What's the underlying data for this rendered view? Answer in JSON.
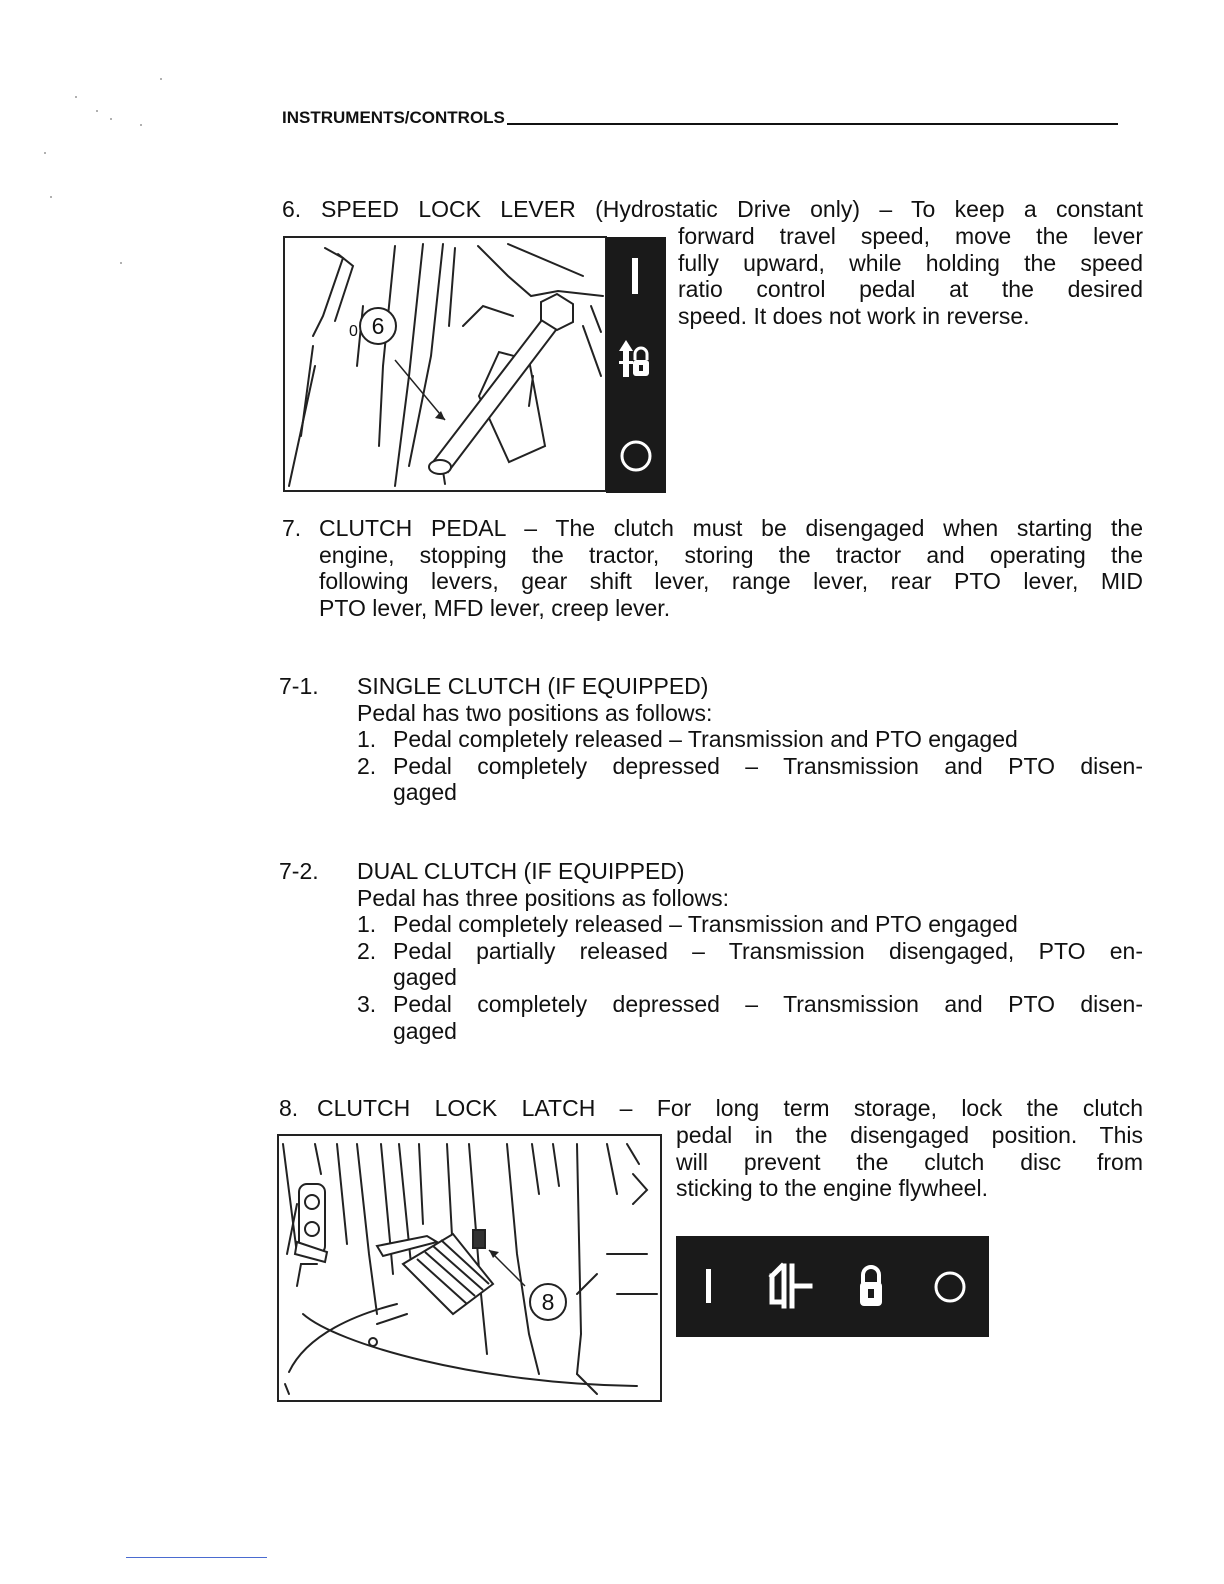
{
  "header": {
    "section": "INSTRUMENTS/CONTROLS"
  },
  "item6": {
    "num": "6.",
    "title_line": "SPEED LOCK LEVER (Hydrostatic Drive only) – To keep a constant",
    "body_lines": [
      "forward travel speed, move the lever",
      "fully upward, while holding the speed",
      "ratio control pedal at the desired",
      "speed. It does not work in reverse."
    ],
    "callout": "6"
  },
  "item7": {
    "num": "7.",
    "lines": [
      "CLUTCH PEDAL – The clutch must be disengaged when starting the",
      "engine, stopping the tractor, storing the tractor and operating the",
      "following levers, gear shift lever, range lever, rear PTO lever, MID",
      "PTO lever, MFD lever, creep lever."
    ]
  },
  "item7_1": {
    "num": "7-1.",
    "heading": "SINGLE CLUTCH (IF EQUIPPED)",
    "intro": "Pedal has two positions as follows:",
    "items": [
      {
        "n": "1.",
        "text": "Pedal completely released – Transmission and PTO engaged",
        "cont": ""
      },
      {
        "n": "2.",
        "text": "Pedal completely depressed – Transmission and PTO disen-",
        "cont": "gaged"
      }
    ]
  },
  "item7_2": {
    "num": "7-2.",
    "heading": "DUAL CLUTCH (IF EQUIPPED)",
    "intro": "Pedal has three positions as follows:",
    "items": [
      {
        "n": "1.",
        "text": "Pedal completely released – Transmission and PTO engaged",
        "cont": ""
      },
      {
        "n": "2.",
        "text": "Pedal partially released – Transmission disengaged, PTO en-",
        "cont": "gaged"
      },
      {
        "n": "3.",
        "text": "Pedal completely depressed – Transmission and PTO disen-",
        "cont": "gaged"
      }
    ]
  },
  "item8": {
    "num": "8.",
    "title_line": "CLUTCH LOCK LATCH – For long term storage, lock the clutch",
    "body_lines": [
      "pedal in the disengaged position. This",
      "will prevent the clutch disc from",
      "sticking to the engine flywheel."
    ],
    "callout": "8"
  },
  "icons": {
    "speed_lock_strip": [
      "engaged-bar-icon",
      "speed-lock-icon",
      "release-circle-icon"
    ],
    "clutch_lock_strip": [
      "engaged-bar-icon",
      "clutch-icon",
      "lock-icon",
      "release-circle-icon"
    ]
  }
}
